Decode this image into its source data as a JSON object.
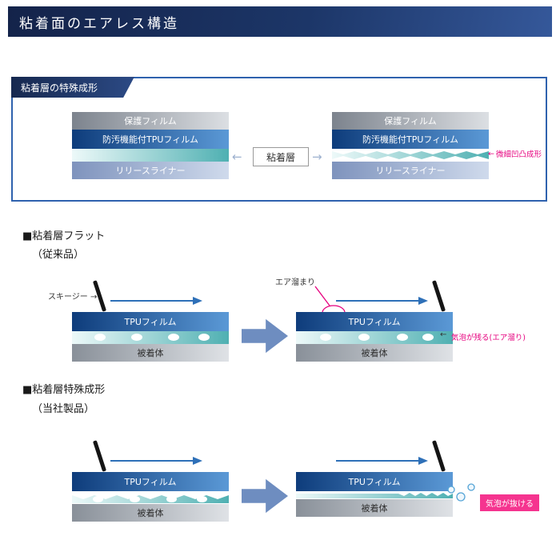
{
  "header": {
    "title": "粘着面のエアレス構造"
  },
  "top_box": {
    "badge": "粘着層の特殊成形",
    "layers": {
      "protect": "保護フィルム",
      "tpu": "防汚機能付TPUフィルム",
      "release": "リリースライナー"
    },
    "center_label": "粘着層",
    "arrow_left": "←",
    "arrow_right": "→",
    "annotation_arrow": "←",
    "annotation_text": "微細凹凸成形"
  },
  "flat_section": {
    "heading": "■粘着層フラット",
    "subheading": "（従来品）",
    "squeegee_label": "スキージー →",
    "tpu_label": "TPUフィルム",
    "substrate_label": "被着体",
    "air_pocket_label": "エア溜まり",
    "bubbles_remain_arrow": "←",
    "bubbles_remain_text": "気泡が残る(エア溜り)"
  },
  "special_section": {
    "heading": "■粘着層特殊成形",
    "subheading": "（当社製品）",
    "tpu_label": "TPUフィルム",
    "substrate_label": "被着体",
    "bubbles_escape_label": "気泡が抜ける"
  },
  "colors": {
    "header_navy_dark": "#14234a",
    "header_navy_light": "#35589a",
    "box_border_blue": "#2f62ae",
    "badge_navy": "#16284f",
    "layer_gray": "#7c838d",
    "layer_blue_dark": "#0e3c7b",
    "layer_blue_light": "#5b99d6",
    "adhesive_teal": "#4fb0b2",
    "release_blue_gray": "#7e93bd",
    "motion_arrow_blue": "#2e70b8",
    "block_arrow_blue": "#6e8dc0",
    "annotation_magenta": "#e6007e",
    "escape_badge_pink": "#f5348f"
  }
}
